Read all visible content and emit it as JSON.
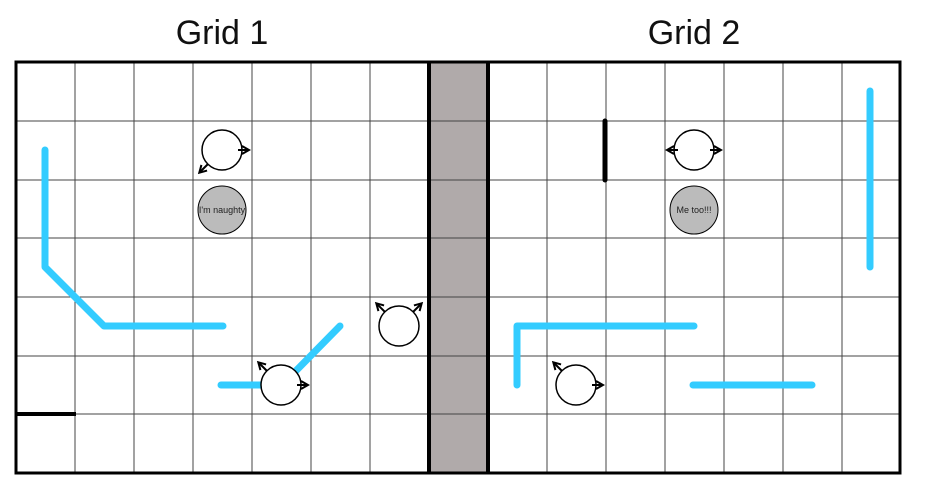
{
  "titles": {
    "grid1": "Grid 1",
    "grid2": "Grid 2"
  },
  "balls": {
    "grid1": {
      "label": "I'm naughty"
    },
    "grid2": {
      "label": "Me too!!!"
    }
  },
  "colors": {
    "wall": "#33ccff",
    "divider": "#b0aaaa",
    "ball": "#bbbbbb",
    "grid_line": "#444444",
    "border": "#000000"
  },
  "icons": {
    "rotator": "circle-arrow-icon",
    "ball": "ball-icon"
  }
}
